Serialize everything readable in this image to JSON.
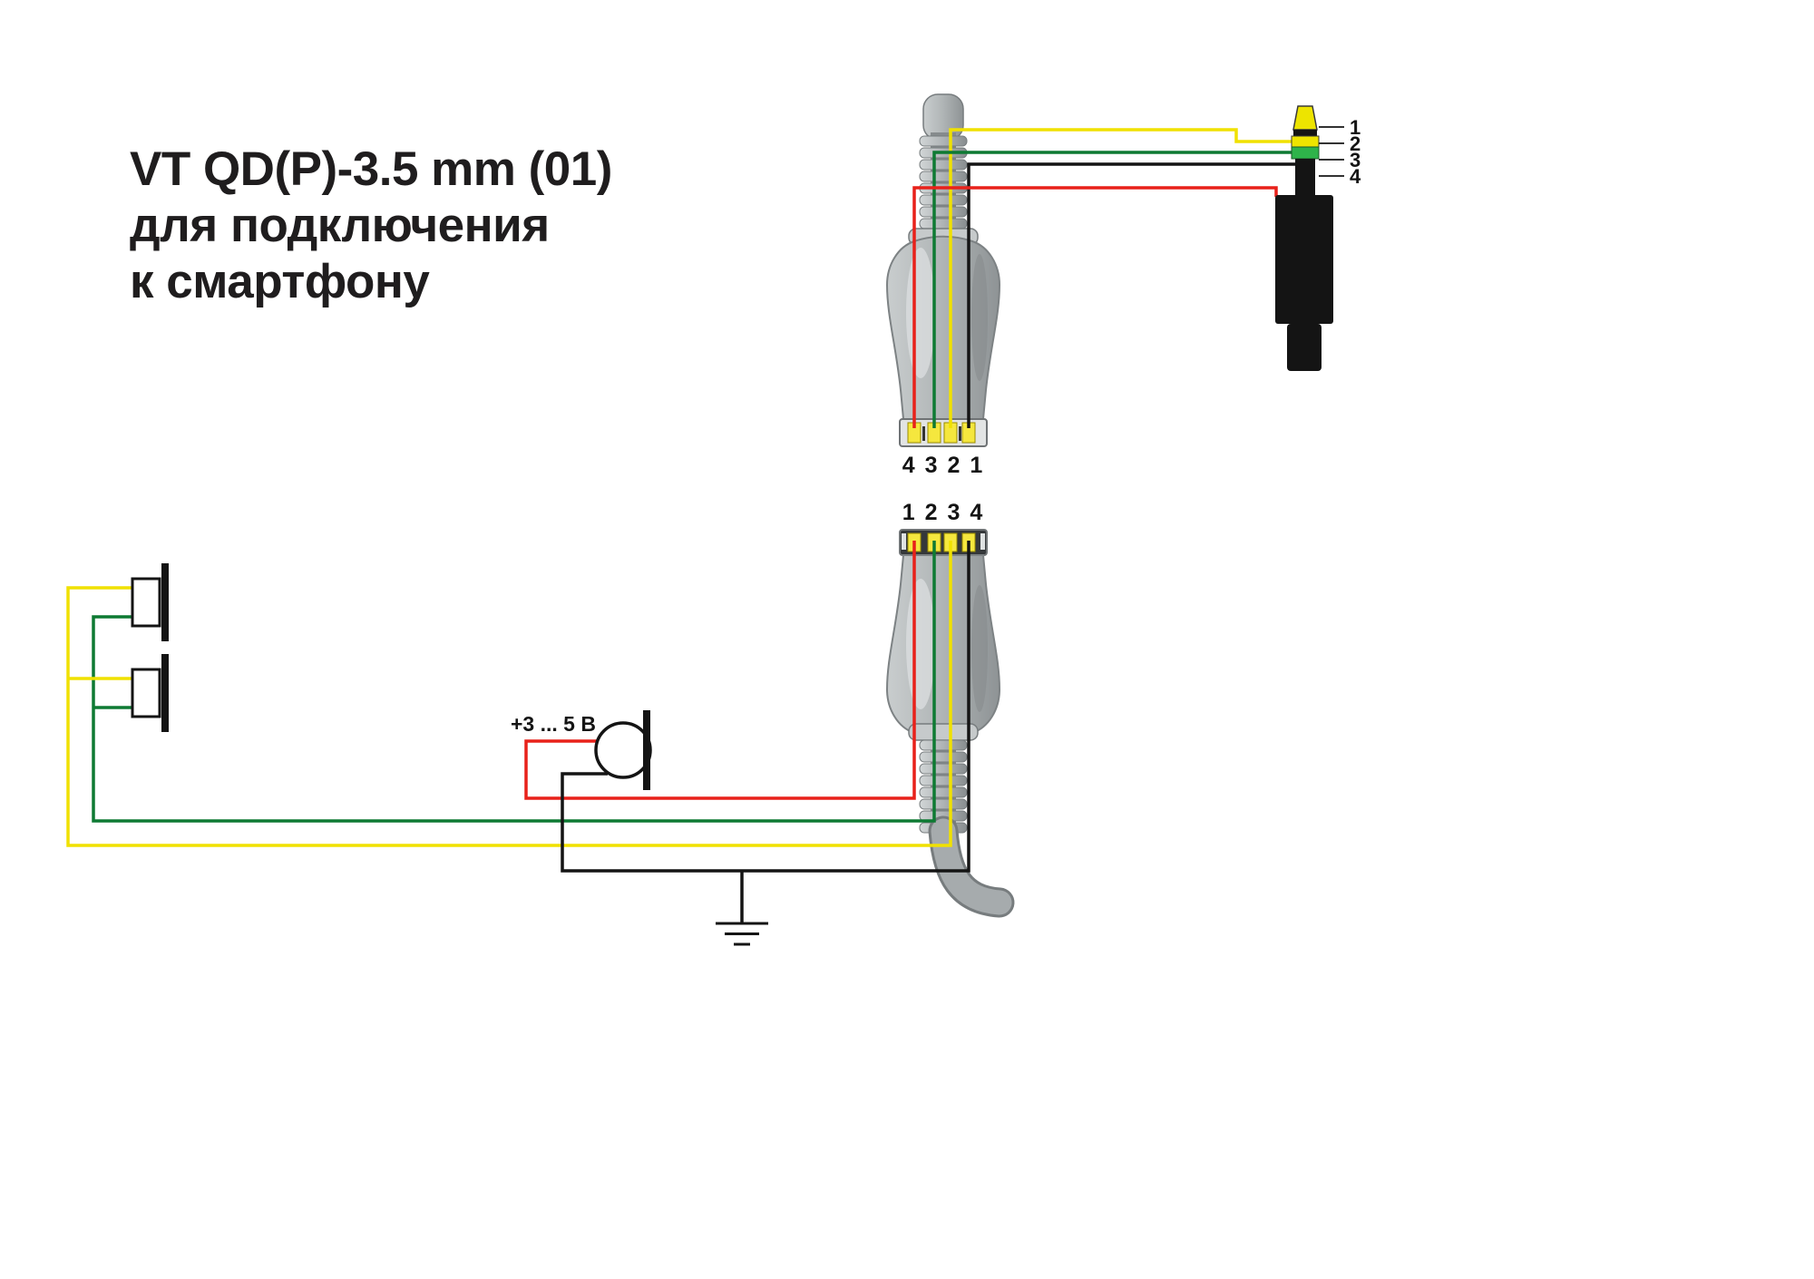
{
  "title": {
    "line1": "VT QD(P)-3.5 mm (01)",
    "line2": "для подключения",
    "line3": "к смартфону"
  },
  "top_connector": {
    "pin_labels": "4 3 2 1"
  },
  "bottom_connector": {
    "pin_labels": "1 2 3 4"
  },
  "jack": {
    "pin_labels": [
      "1",
      "2",
      "3",
      "4"
    ]
  },
  "mic": {
    "voltage_label": "+3 ... 5 В"
  },
  "colors": {
    "wire_yellow": "#f0e100",
    "wire_green": "#0e7a33",
    "wire_red": "#e8211a",
    "wire_black": "#141414",
    "contact_yellow": "#f5e73e",
    "jack_yellow": "#ede400",
    "jack_green": "#2eb34a",
    "connector_gray": "#b2b7b8",
    "background": "#ffffff"
  }
}
